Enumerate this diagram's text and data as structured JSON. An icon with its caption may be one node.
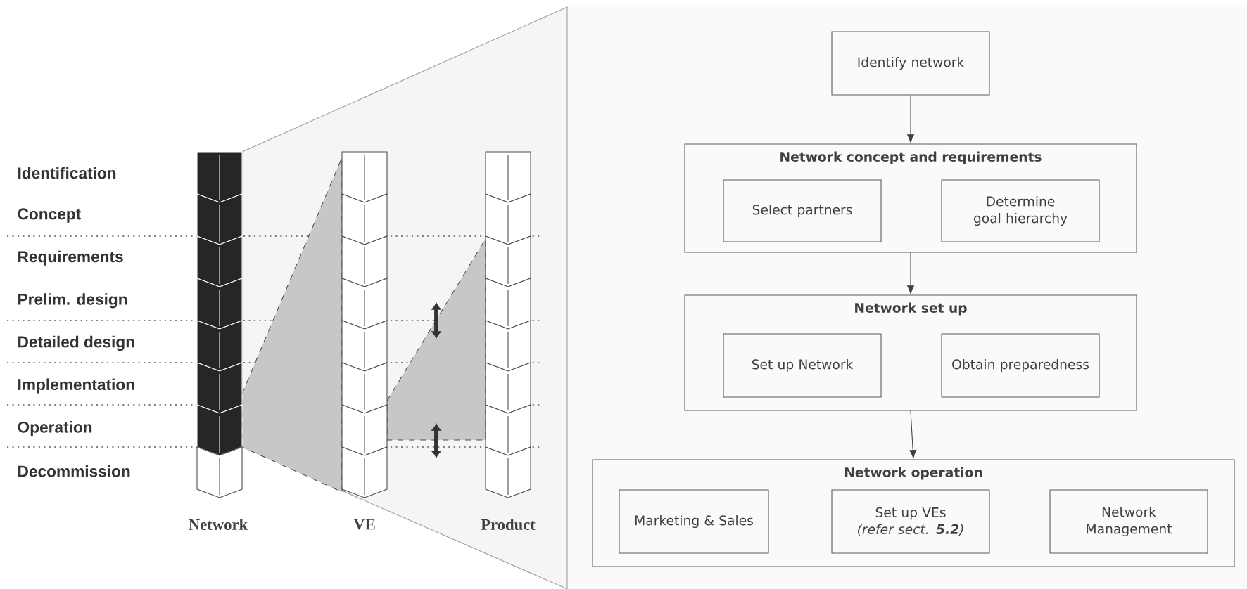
{
  "diagram": {
    "nodes": [
      {
        "text": [
          "Identify network"
        ]
      },
      {
        "text": [
          "Network concept and requirements"
        ]
      },
      {
        "text": [
          "Select partners"
        ],
        "in": 1
      },
      {
        "text": [
          "Determine goal hierarchy"
        ],
        "in": 1
      },
      {
        "text": [
          "Network set up"
        ]
      },
      {
        "text": [
          "Set up Network"
        ],
        "in": 4
      },
      {
        "text": [
          "Obtain preparedness"
        ],
        "in": 4
      },
      {
        "text": [
          "Network operation"
        ]
      },
      {
        "text": [
          "Marketing & Sales"
        ],
        "in": 7
      },
      {
        "text": [
          "Set up VEs",
          "(refer sect. **5.2**)"
        ],
        "in": 7
      },
      {
        "text": [
          "Network Management"
        ],
        "in": 7
      }
    ],
    "edges": [
      {
        "from": 0,
        "to": 1,
        "arrow": "to"
      },
      {
        "from": 1,
        "to": 4,
        "arrow": "to"
      },
      {
        "from": 4,
        "to": 7,
        "arrow": "to"
      }
    ],
    "labels": [
      "Identification",
      "Concept",
      "Requirements",
      "Prelim. design",
      "Detailed design",
      "Implementation",
      "Operation",
      "Decommission",
      "Network",
      "VE",
      "Product"
    ]
  }
}
